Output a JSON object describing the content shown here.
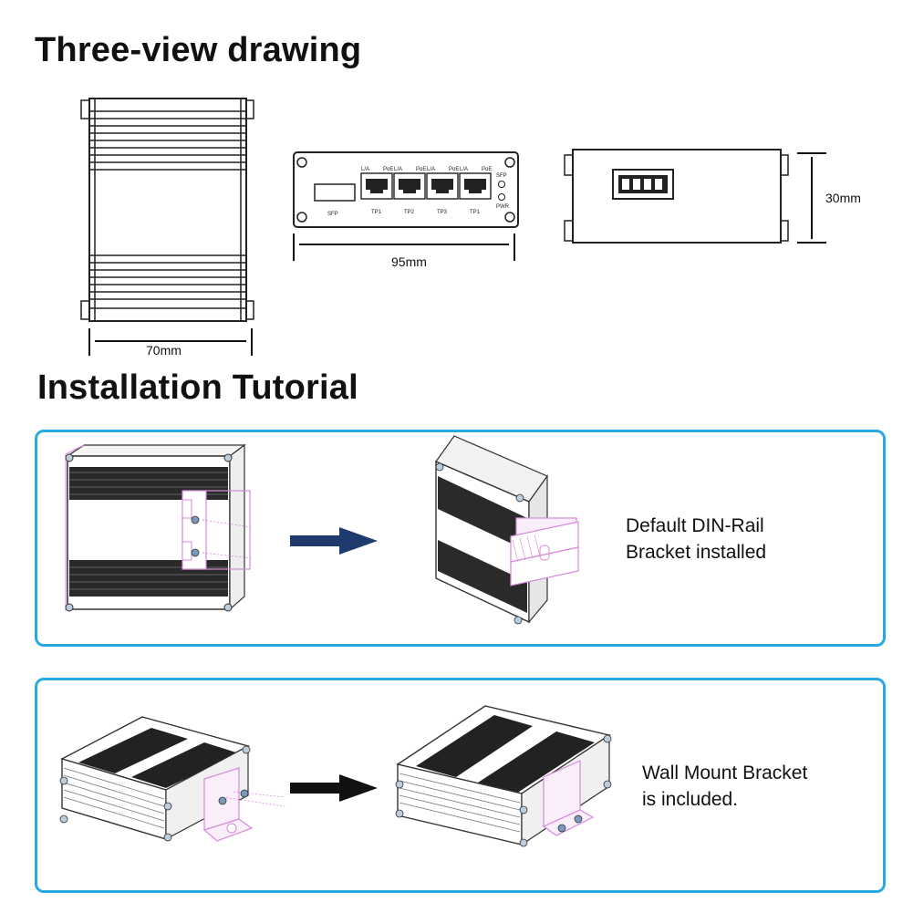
{
  "three_view": {
    "heading": "Three-view drawing",
    "top_view_width_label": "70mm",
    "front_view_width_label": "95mm",
    "side_view_height_label": "30mm",
    "front_panel": {
      "sfp_label": "SFP",
      "port_labels": [
        "TP1",
        "TP2",
        "TP3",
        "TP1"
      ],
      "led_top_labels": [
        "L/A",
        "PoE",
        "L/A",
        "PoE",
        "L/A",
        "PoE",
        "L/A",
        "PoE"
      ],
      "status_labels": [
        "SFP",
        "PWR"
      ]
    }
  },
  "installation": {
    "heading": "Installation Tutorial",
    "din_rail": {
      "caption_line1": "Default DIN-Rail",
      "caption_line2": "Bracket installed"
    },
    "wall_mount": {
      "caption_line1": "Wall Mount Bracket",
      "caption_line2": "is included."
    }
  },
  "colors": {
    "panel_border": "#29a9e0",
    "arrow_blue": "#1f3b6e",
    "arrow_black": "#111111",
    "bracket_pink": "#d58ad8"
  }
}
